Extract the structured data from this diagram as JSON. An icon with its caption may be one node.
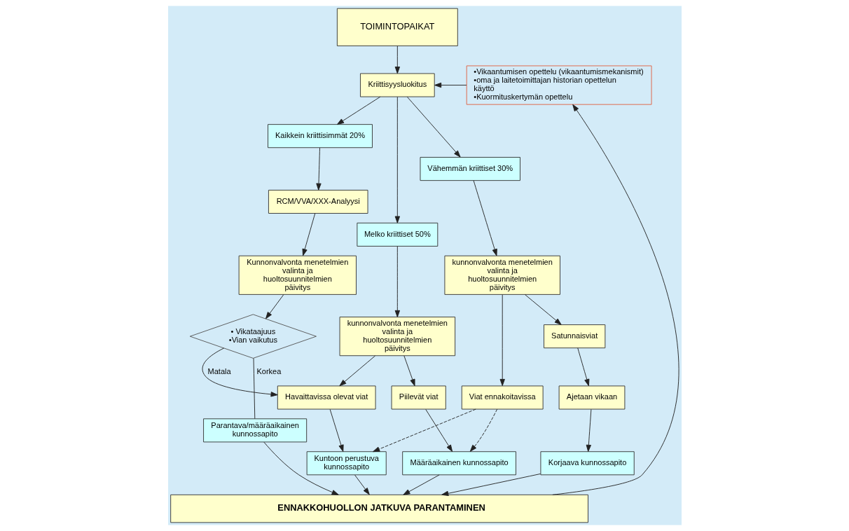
{
  "diagram": {
    "nodes": [
      {
        "text": [
          "TOIMINTOPAIKAT"
        ]
      },
      {
        "text": [
          "Kriittisyysluokitus"
        ]
      },
      {
        "text": [
          "•Vikaantumisen opettelu (vikaantumismekanismit)",
          "•oma ja laitetoimittajan historian opettelun käyttö",
          "•Kuormituskertymän opettelu"
        ]
      },
      {
        "text": [
          "Kaikkein kriittisimmät 20%"
        ]
      },
      {
        "text": [
          "Melko kriittiset 50%"
        ]
      },
      {
        "text": [
          "Vähemmän kriittiset 30%"
        ]
      },
      {
        "text": [
          "RCM/VVA/XXX-Analyysi"
        ]
      },
      {
        "text": [
          "Kunnonvalvonta menetelmien valinta ja huoltosuunnitelmien päivitys"
        ]
      },
      {
        "text": [
          "kunnonvalvonta menetelmien valinta ja huoltosuunnitelmien päivitys"
        ]
      },
      {
        "text": [
          "kunnonvalvonta menetelmien valinta ja huoltosuunnitelmien päivitys"
        ]
      },
      {
        "text": [
          "• Vikataajuus",
          "•Vian vaikutus"
        ]
      },
      {
        "text": [
          "Havaittavissa olevat viat"
        ]
      },
      {
        "text": [
          "Piilevät viat"
        ]
      },
      {
        "text": [
          "Viat ennakoitavissa"
        ]
      },
      {
        "text": [
          "Satunnaisviat"
        ]
      },
      {
        "text": [
          "Ajetaan vikaan"
        ]
      },
      {
        "text": [
          "Parantava/määräaikainen kunnossapito"
        ]
      },
      {
        "text": [
          "Kuntoon perustuva kunnossapito"
        ]
      },
      {
        "text": [
          "Määräaikainen kunnossapito"
        ]
      },
      {
        "text": [
          "Korjaava kunnossapito"
        ]
      },
      {
        "text": [
          "ENNAKKOHUOLLON JATKUVA PARANTAMINEN"
        ]
      }
    ],
    "edges": [
      {
        "from": 0,
        "to": 1,
        "arrow": "to"
      },
      {
        "from": 2,
        "to": 1,
        "arrow": "to"
      },
      {
        "from": 1,
        "to": 3,
        "arrow": "to"
      },
      {
        "from": 1,
        "to": 4,
        "arrow": "to"
      },
      {
        "from": 1,
        "to": 5,
        "arrow": "to"
      },
      {
        "from": 3,
        "to": 6,
        "arrow": "to"
      },
      {
        "from": 6,
        "to": 7,
        "arrow": "to"
      },
      {
        "from": 7,
        "to": 10,
        "arrow": "to"
      },
      {
        "from": 4,
        "to": 8,
        "arrow": "to"
      },
      {
        "from": 5,
        "to": 9,
        "arrow": "to"
      },
      {
        "from": 10,
        "to": 11,
        "arrow": "to",
        "label": "Matala"
      },
      {
        "from": 10,
        "to": 16,
        "arrow": "none",
        "label": "Korkea"
      },
      {
        "from": 8,
        "to": 11,
        "arrow": "to"
      },
      {
        "from": 8,
        "to": 12,
        "arrow": "to"
      },
      {
        "from": 9,
        "to": 13,
        "arrow": "to"
      },
      {
        "from": 9,
        "to": 14,
        "arrow": "to"
      },
      {
        "from": 11,
        "to": 17,
        "arrow": "to"
      },
      {
        "from": 12,
        "to": 18,
        "arrow": "to"
      },
      {
        "from": 13,
        "to": 17,
        "arrow": "to",
        "style": "dashed"
      },
      {
        "from": 13,
        "to": 18,
        "arrow": "to",
        "style": "dashed"
      },
      {
        "from": 14,
        "to": 15,
        "arrow": "to"
      },
      {
        "from": 15,
        "to": 19,
        "arrow": "to"
      },
      {
        "from": 16,
        "to": 20,
        "arrow": "to"
      },
      {
        "from": 17,
        "to": 20,
        "arrow": "to"
      },
      {
        "from": 18,
        "to": 20,
        "arrow": "to"
      },
      {
        "from": 19,
        "to": 20,
        "arrow": "to"
      },
      {
        "from": 20,
        "to": 2,
        "arrow": "to"
      }
    ]
  }
}
